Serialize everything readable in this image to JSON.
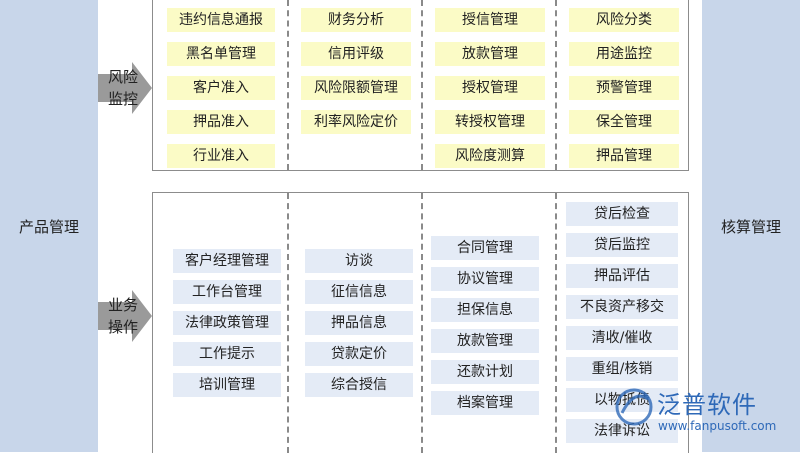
{
  "left_label": "产品管理",
  "right_label": "核算管理",
  "sections": {
    "risk_control": {
      "label": "风险监控",
      "columns": [
        [
          "违约信息通报",
          "黑名单管理",
          "客户准入",
          "押品准入",
          "行业准入"
        ],
        [
          "财务分析",
          "信用评级",
          "风险限额管理",
          "利率风险定价"
        ],
        [
          "授信管理",
          "放款管理",
          "授权管理",
          "转授权管理",
          "风险度测算"
        ],
        [
          "风险分类",
          "用途监控",
          "预警管理",
          "保全管理",
          "押品管理"
        ]
      ]
    },
    "business_ops": {
      "label": "业务操作",
      "columns": [
        [
          "客户经理管理",
          "工作台管理",
          "法律政策管理",
          "工作提示",
          "培训管理"
        ],
        [
          "访谈",
          "征信信息",
          "押品信息",
          "贷款定价",
          "综合授信"
        ],
        [
          "合同管理",
          "协议管理",
          "担保信息",
          "放款管理",
          "还款计划",
          "档案管理"
        ],
        [
          "贷后检查",
          "贷后监控",
          "押品评估",
          "不良资产移交",
          "清收/催收",
          "重组/核销",
          "以物抵债",
          "法律诉讼"
        ]
      ]
    }
  },
  "watermark": {
    "brand": "泛普软件",
    "url": "www.fanpusoft.com"
  },
  "colors": {
    "side_panel": "#c8d6ea",
    "arrow": "#9a9a9a",
    "risk_box": "#fbfbc6",
    "ops_box": "#e4ebf6",
    "watermark": "#2e69b8"
  }
}
